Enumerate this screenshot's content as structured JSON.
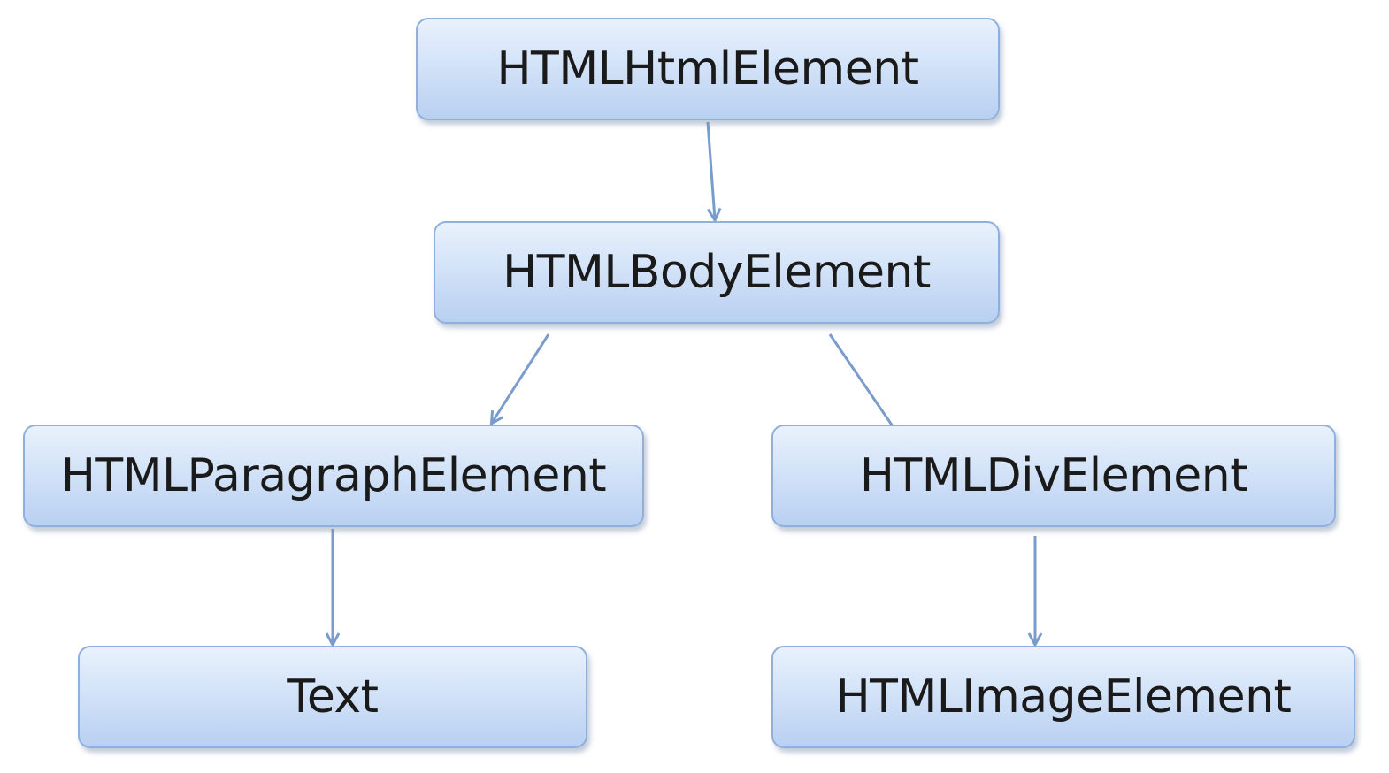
{
  "nodes": {
    "html": {
      "label": "HTMLHtmlElement"
    },
    "body": {
      "label": "HTMLBodyElement"
    },
    "paragraph": {
      "label": "HTMLParagraphElement"
    },
    "div": {
      "label": "HTMLDivElement"
    },
    "text": {
      "label": "Text"
    },
    "image": {
      "label": "HTMLImageElement"
    }
  },
  "edges": [
    {
      "from": "HTMLHtmlElement",
      "to": "HTMLBodyElement"
    },
    {
      "from": "HTMLBodyElement",
      "to": "HTMLParagraphElement"
    },
    {
      "from": "HTMLBodyElement",
      "to": "HTMLDivElement"
    },
    {
      "from": "HTMLParagraphElement",
      "to": "Text"
    },
    {
      "from": "HTMLDivElement",
      "to": "HTMLImageElement"
    }
  ],
  "colors": {
    "node_fill_top": "#e9f1fc",
    "node_fill_bottom": "#b9d0f1",
    "node_border": "#8fb0dc",
    "edge": "#7a9ccd",
    "text": "#1a1a1a"
  }
}
